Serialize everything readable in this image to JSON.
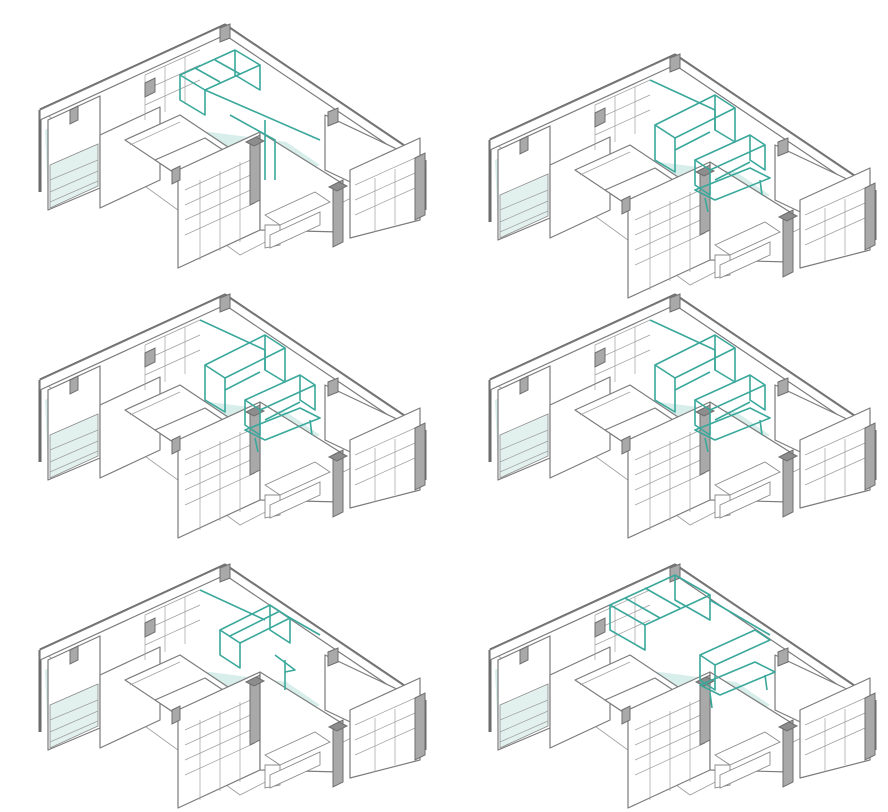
{
  "panels": [
    {
      "id": "p1",
      "variant": "ceiling-frame"
    },
    {
      "id": "p2",
      "variant": "wall-unit-table"
    },
    {
      "id": "p3",
      "variant": "wall-unit-table"
    },
    {
      "id": "p4",
      "variant": "wall-unit-table"
    },
    {
      "id": "p5",
      "variant": "frame-lamp"
    },
    {
      "id": "p6",
      "variant": "ceiling-frame-table"
    }
  ],
  "colors": {
    "accent_teal": "#3aa89b",
    "floor_tint": "#d7eeea",
    "wall_line": "#7c7c7c",
    "pillar": "#a9a9a9"
  },
  "icons": [
    "isometric-apartment-plan",
    "modular-teal-structure"
  ]
}
